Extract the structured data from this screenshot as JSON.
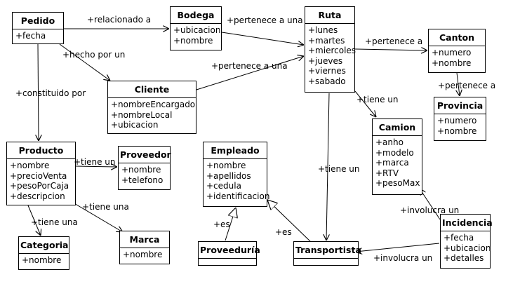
{
  "diagram": {
    "classes": {
      "pedido": {
        "name": "Pedido",
        "attrs": [
          "+fecha"
        ]
      },
      "bodega": {
        "name": "Bodega",
        "attrs": [
          "+ubicacion",
          "+nombre"
        ]
      },
      "ruta": {
        "name": "Ruta",
        "attrs": [
          "+lunes",
          "+martes",
          "+miercoles",
          "+jueves",
          "+viernes",
          "+sabado"
        ]
      },
      "canton": {
        "name": "Canton",
        "attrs": [
          "+numero",
          "+nombre"
        ]
      },
      "provincia": {
        "name": "Provincia",
        "attrs": [
          "+numero",
          "+nombre"
        ]
      },
      "cliente": {
        "name": "Cliente",
        "attrs": [
          "+nombreEncargado",
          "+nombreLocal",
          "+ubicacion"
        ]
      },
      "camion": {
        "name": "Camion",
        "attrs": [
          "+anho",
          "+modelo",
          "+marca",
          "+RTV",
          "+pesoMax"
        ]
      },
      "producto": {
        "name": "Producto",
        "attrs": [
          "+nombre",
          "+precioVenta",
          "+pesoPorCaja",
          "+descripcion"
        ]
      },
      "proveedor": {
        "name": "Proveedor",
        "attrs": [
          "+nombre",
          "+telefono"
        ]
      },
      "empleado": {
        "name": "Empleado",
        "attrs": [
          "+nombre",
          "+apellidos",
          "+cedula",
          "+identificacion"
        ]
      },
      "categoria": {
        "name": "Categoria",
        "attrs": [
          "+nombre"
        ]
      },
      "marca": {
        "name": "Marca",
        "attrs": [
          "+nombre"
        ]
      },
      "proveeduria": {
        "name": "Proveeduría",
        "attrs": []
      },
      "transportista": {
        "name": "Transportista",
        "attrs": []
      },
      "incidencia": {
        "name": "Incidencia",
        "attrs": [
          "+fecha",
          "+ubicacion",
          "+detalles"
        ]
      }
    },
    "labels": {
      "relacionado_a": "+relacionado a",
      "pertenece_a_una_1": "+pertenece a una",
      "pertenece_a": "+pertenece a",
      "hecho_por_un": "+hecho por un",
      "pertenece_a_una_2": "+pertenece a una",
      "constituido_por": "+constituido por",
      "pertenece_a_2": "+pertenece a",
      "tiene_un_1": "+tiene un",
      "tiene_un_2": "+tiene un",
      "tiene_un_3": "+tiene un",
      "tiene_una_1": "+tiene una",
      "tiene_una_2": "+tiene una",
      "es_1": "+es",
      "es_2": "+es",
      "involucra_un_1": "+involucra un",
      "involucra_un_2": "+involucra un"
    }
  }
}
